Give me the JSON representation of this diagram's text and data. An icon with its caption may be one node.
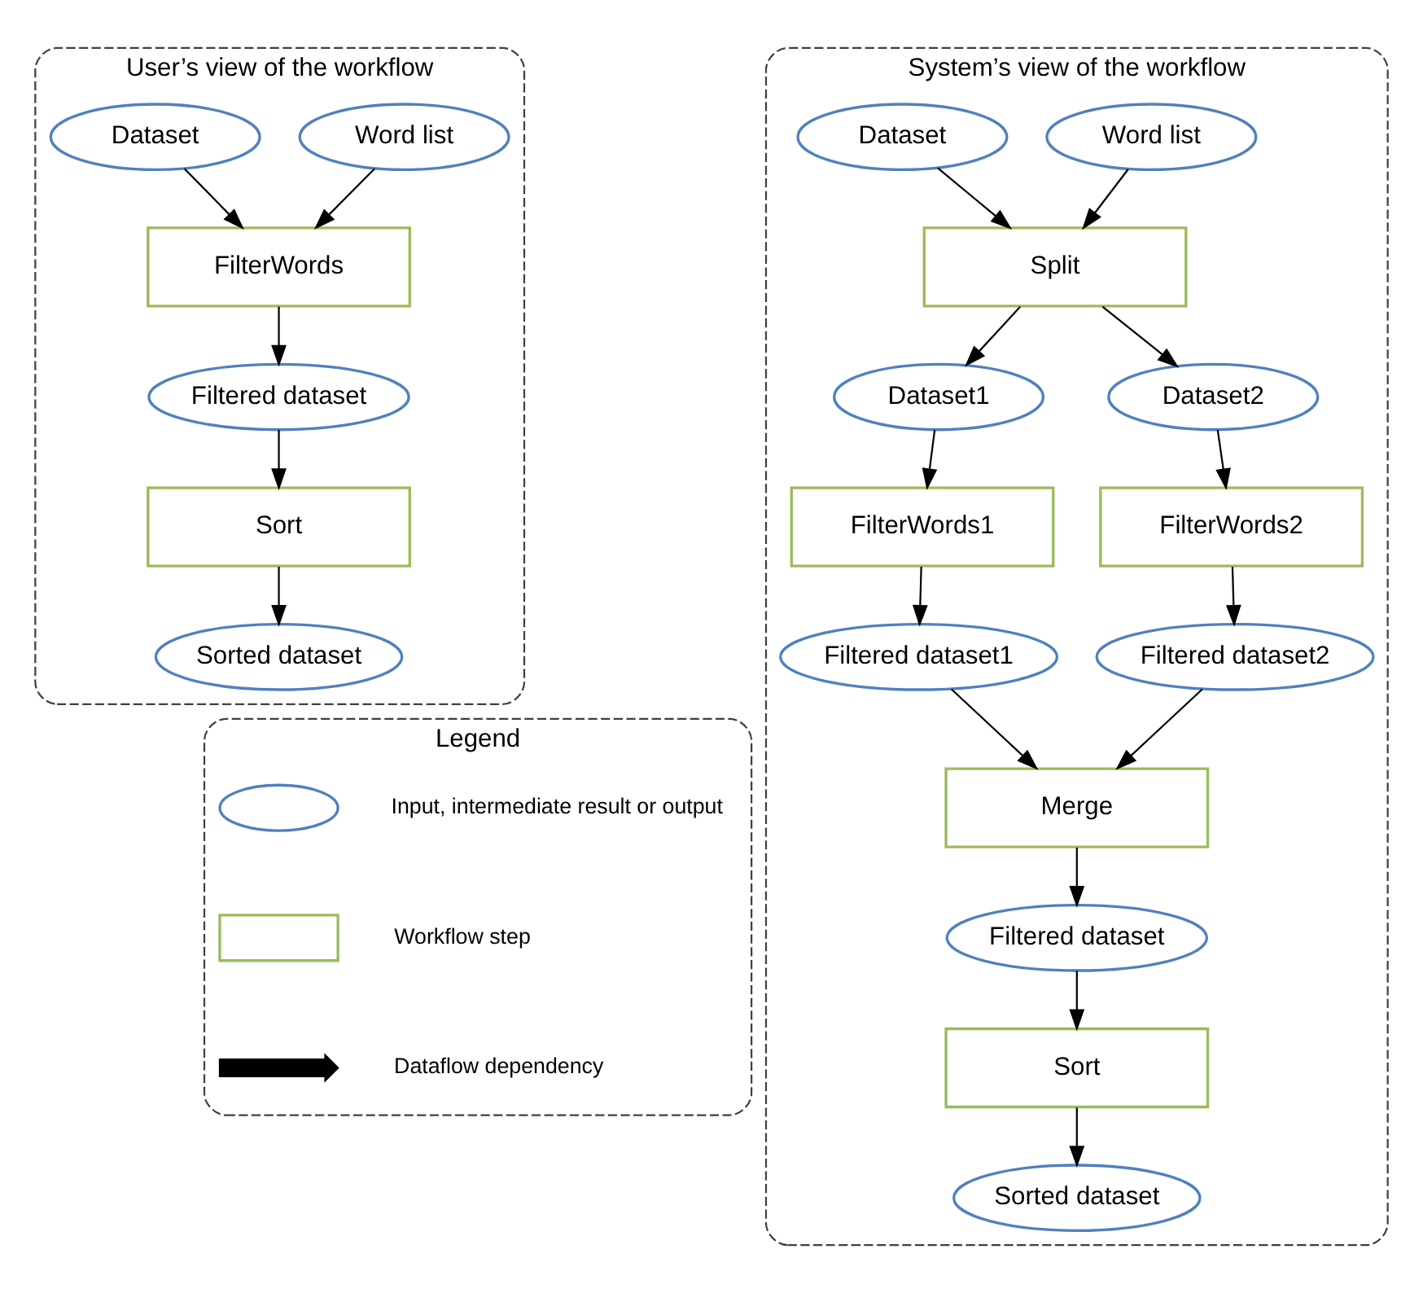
{
  "diagram": {
    "nodes": [
      {
        "text": [
          "User’s view of the workflow"
        ]
      },
      {
        "text": [
          "Dataset"
        ],
        "in": 0
      },
      {
        "text": [
          "Word list"
        ],
        "in": 0
      },
      {
        "text": [
          "FilterWords"
        ],
        "in": 0
      },
      {
        "text": [
          "Filtered dataset"
        ],
        "in": 0
      },
      {
        "text": [
          "Sort"
        ],
        "in": 0
      },
      {
        "text": [
          "Sorted dataset"
        ],
        "in": 0
      },
      {
        "text": [
          "System’s view of the workflow"
        ]
      },
      {
        "text": [
          "Dataset"
        ],
        "in": 7
      },
      {
        "text": [
          "Word list"
        ],
        "in": 7
      },
      {
        "text": [
          "Split"
        ],
        "in": 7
      },
      {
        "text": [
          "Dataset1"
        ],
        "in": 7
      },
      {
        "text": [
          "Dataset2"
        ],
        "in": 7
      },
      {
        "text": [
          "FilterWords1"
        ],
        "in": 7
      },
      {
        "text": [
          "FilterWords2"
        ],
        "in": 7
      },
      {
        "text": [
          "Filtered dataset1"
        ],
        "in": 7
      },
      {
        "text": [
          "Filtered dataset2"
        ],
        "in": 7
      },
      {
        "text": [
          "Merge"
        ],
        "in": 7
      },
      {
        "text": [
          "Filtered dataset"
        ],
        "in": 7
      },
      {
        "text": [
          "Sort"
        ],
        "in": 7
      },
      {
        "text": [
          "Sorted dataset"
        ],
        "in": 7
      },
      {
        "text": [
          "Legend"
        ]
      },
      {
        "text": [],
        "shape": "ellipse",
        "in": 21
      },
      {
        "text": [],
        "shape": "box",
        "in": 21
      },
      {
        "text": [],
        "shape": "arrow",
        "in": 21
      }
    ],
    "edges": [
      {
        "from": 1,
        "to": 3,
        "arrow": "to"
      },
      {
        "from": 2,
        "to": 3,
        "arrow": "to"
      },
      {
        "from": 3,
        "to": 4,
        "arrow": "to"
      },
      {
        "from": 4,
        "to": 5,
        "arrow": "to"
      },
      {
        "from": 5,
        "to": 6,
        "arrow": "to"
      },
      {
        "from": 8,
        "to": 10,
        "arrow": "to"
      },
      {
        "from": 9,
        "to": 10,
        "arrow": "to"
      },
      {
        "from": 10,
        "to": 11,
        "arrow": "to"
      },
      {
        "from": 10,
        "to": 12,
        "arrow": "to"
      },
      {
        "from": 11,
        "to": 13,
        "arrow": "to"
      },
      {
        "from": 12,
        "to": 14,
        "arrow": "to"
      },
      {
        "from": 13,
        "to": 15,
        "arrow": "to"
      },
      {
        "from": 14,
        "to": 16,
        "arrow": "to"
      },
      {
        "from": 15,
        "to": 17,
        "arrow": "to"
      },
      {
        "from": 16,
        "to": 17,
        "arrow": "to"
      },
      {
        "from": 17,
        "to": 18,
        "arrow": "to"
      },
      {
        "from": 18,
        "to": 19,
        "arrow": "to"
      },
      {
        "from": 19,
        "to": 20,
        "arrow": "to"
      }
    ],
    "legend": [
      {
        "text": "Input, intermediate result or output"
      },
      {
        "text": "Workflow step"
      },
      {
        "text": "Dataflow dependency"
      }
    ]
  }
}
